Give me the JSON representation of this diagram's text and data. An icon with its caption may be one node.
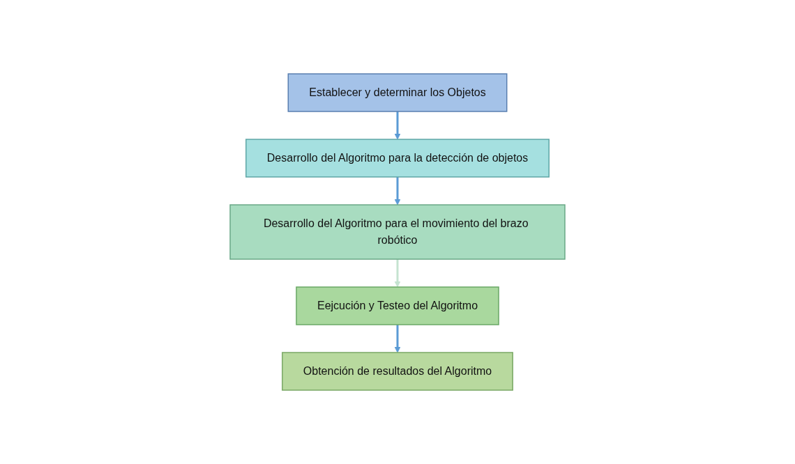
{
  "diagram": {
    "nodes": [
      {
        "text": [
          "Establecer y determinar los Objetos"
        ]
      },
      {
        "text": [
          "Desarrollo del Algoritmo para la detección de objetos"
        ]
      },
      {
        "text": [
          "Desarrollo del Algoritmo para el movimiento del brazo robótico"
        ]
      },
      {
        "text": [
          "Eejcución y Testeo del Algoritmo"
        ]
      },
      {
        "text": [
          "Obtención de resultados del Algoritmo"
        ]
      }
    ],
    "edges": [
      {
        "from": 0,
        "to": 1,
        "arrow": "to"
      },
      {
        "from": 1,
        "to": 2,
        "arrow": "to"
      },
      {
        "from": 2,
        "to": 3,
        "arrow": "to",
        "color": "#c5e3d0"
      },
      {
        "from": 3,
        "to": 4,
        "arrow": "to"
      }
    ]
  }
}
